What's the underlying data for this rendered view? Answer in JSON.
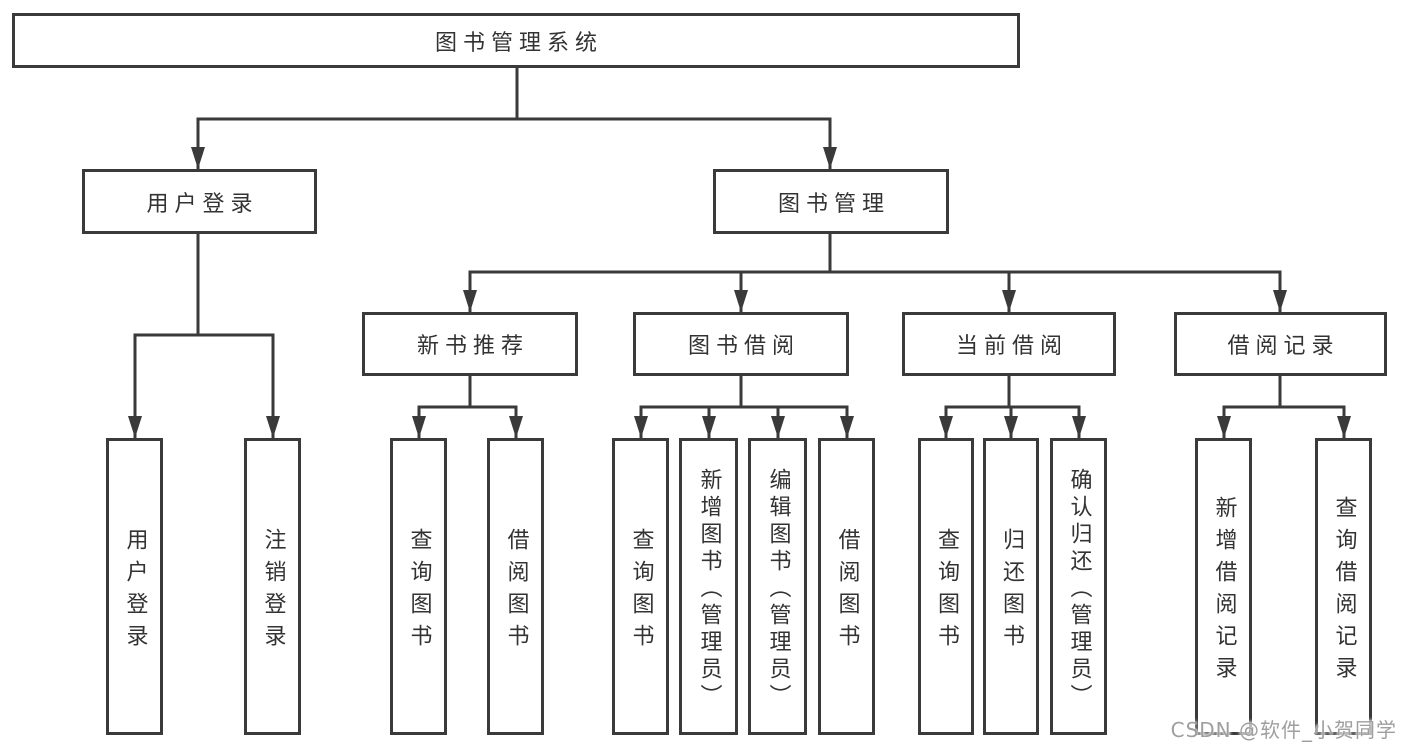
{
  "colors": {
    "background": "#ffffff",
    "line": "#3a3a3a",
    "text": "#333333",
    "watermark": "#9f9f9f"
  },
  "tree": {
    "root": {
      "label": "图书管理系统",
      "children": [
        {
          "label": "用户登录",
          "children": [
            {
              "label": "用户登录"
            },
            {
              "label": "注销登录"
            }
          ]
        },
        {
          "label": "图书管理",
          "children": [
            {
              "label": "新书推荐",
              "children": [
                {
                  "label": "查询图书"
                },
                {
                  "label": "借阅图书"
                }
              ]
            },
            {
              "label": "图书借阅",
              "children": [
                {
                  "label": "查询图书"
                },
                {
                  "label": "新增图书（管理员）"
                },
                {
                  "label": "编辑图书（管理员）"
                },
                {
                  "label": "借阅图书"
                }
              ]
            },
            {
              "label": "当前借阅",
              "children": [
                {
                  "label": "查询图书"
                },
                {
                  "label": "归还图书"
                },
                {
                  "label": "确认归还（管理员）"
                }
              ]
            },
            {
              "label": "借阅记录",
              "children": [
                {
                  "label": "新增借阅记录"
                },
                {
                  "label": "查询借阅记录"
                }
              ]
            }
          ]
        }
      ]
    }
  },
  "watermark": {
    "text": "CSDN @软件_小贺同学"
  }
}
